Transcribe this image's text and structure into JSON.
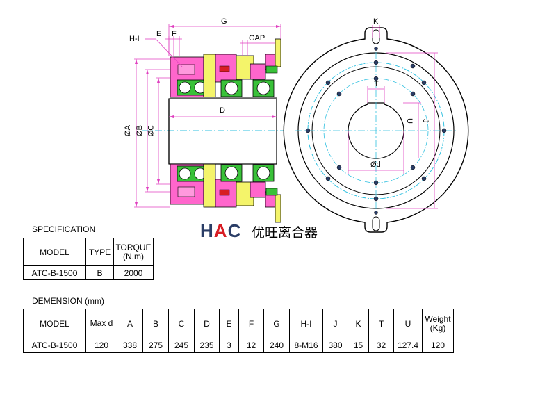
{
  "drawing": {
    "side_view_labels": [
      "G",
      "E",
      "F",
      "H-I",
      "GAP",
      "D",
      "ØA",
      "ØB",
      "ØC"
    ],
    "front_view_labels": [
      "K",
      "T",
      "U",
      "J",
      "Ød"
    ]
  },
  "logo": {
    "letters_left": "H",
    "letters_mid": "A",
    "letters_right": "C",
    "chinese": "优旺离合器"
  },
  "specification": {
    "title": "SPECIFICATION",
    "headers": [
      "MODEL",
      "TYPE",
      "TORQUE (N.m)"
    ],
    "row": [
      "ATC-B-1500",
      "B",
      "2000"
    ]
  },
  "dimension": {
    "title": "DEMENSION (mm)",
    "headers": [
      "MODEL",
      "Max d",
      "A",
      "B",
      "C",
      "D",
      "E",
      "F",
      "G",
      "H-I",
      "J",
      "K",
      "T",
      "U",
      "Weight (Kg)"
    ],
    "row": [
      "ATC-B-1500",
      "120",
      "338",
      "275",
      "245",
      "235",
      "3",
      "12",
      "240",
      "8-M16",
      "380",
      "15",
      "32",
      "127.4",
      "120"
    ]
  },
  "colors": {
    "magenta_dim": "#e040c0",
    "green_part": "#39c139",
    "pink_part": "#ff66cc",
    "yellow_part": "#f4f46a",
    "cyan_line": "#30c0e0",
    "logo_blue": "#2a3d66",
    "logo_red": "#d81d24"
  }
}
